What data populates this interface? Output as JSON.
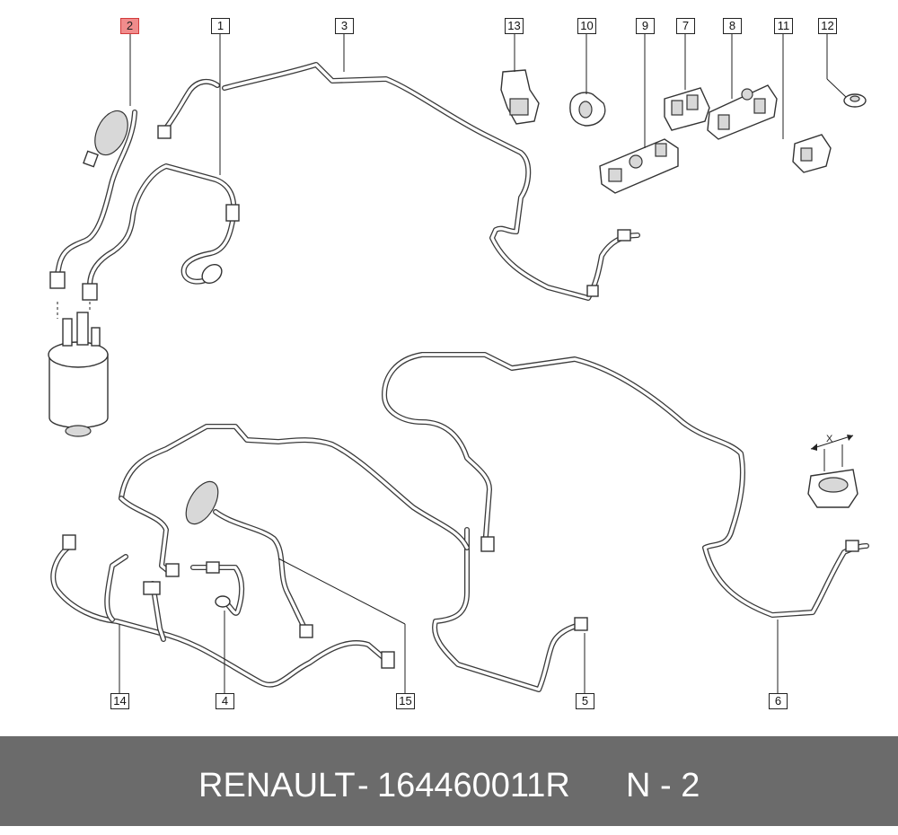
{
  "callouts": {
    "c1": "1",
    "c2": "2",
    "c3": "3",
    "c4": "4",
    "c5": "5",
    "c6": "6",
    "c7": "7",
    "c8": "8",
    "c9": "9",
    "c10": "10",
    "c11": "11",
    "c12": "12",
    "c13": "13",
    "c14": "14",
    "c15": "15"
  },
  "selected_callout": "2",
  "highlight_color": "#f08c8c",
  "dimension_label": "X",
  "footer": {
    "brand": "RENAULT",
    "separator": "-",
    "part_number": "164460011R",
    "position_label": "N - 2"
  },
  "colors": {
    "footer_bg": "#6b6b6b",
    "line": "#333333"
  }
}
